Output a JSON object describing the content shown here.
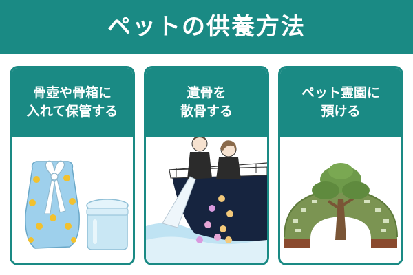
{
  "title": "ペットの供養方法",
  "methods": [
    {
      "label": "骨壺や骨箱に\n入れて保管する",
      "illustration": "urn-and-bone-box"
    },
    {
      "label": "遺骨を\n散骨する",
      "illustration": "sea-scattering"
    },
    {
      "label": "ペット霊園に\n預ける",
      "illustration": "pet-cemetery"
    }
  ],
  "colors": {
    "accent": "#1a8a84",
    "background": "#ffffff",
    "text_on_accent": "#ffffff"
  }
}
